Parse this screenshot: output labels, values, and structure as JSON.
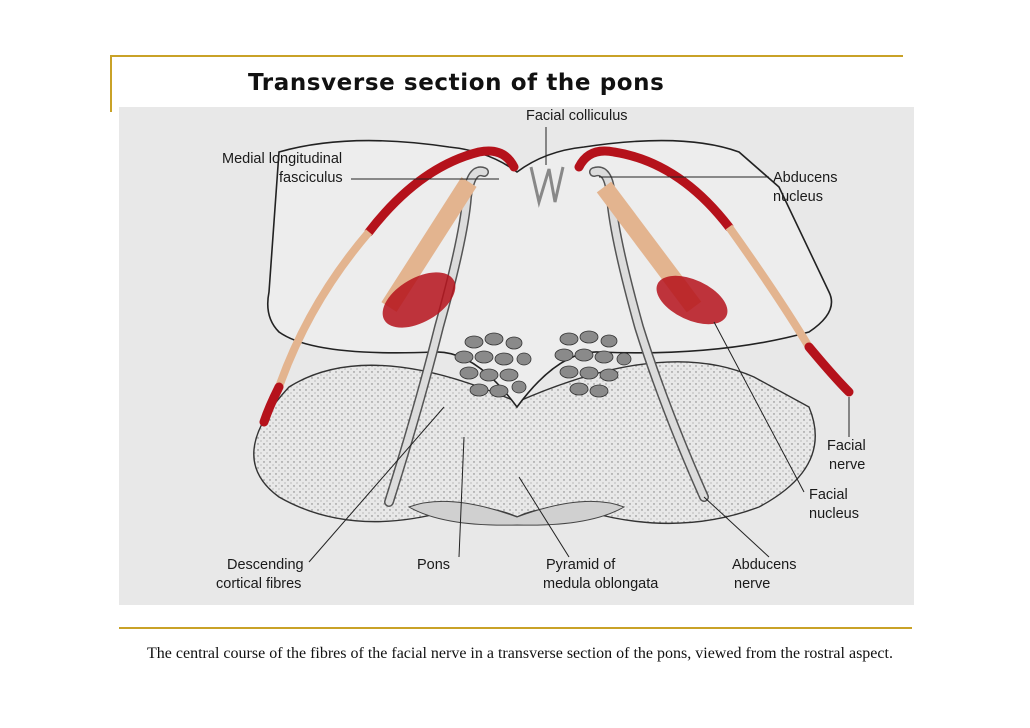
{
  "slide": {
    "title": "Transverse section of the pons",
    "caption": "The central course of the fibres of the facial nerve in a transverse section of the pons, viewed from the rostral aspect.",
    "accent_color": "#c9a227"
  },
  "figure": {
    "labels": {
      "facial_colliculus": "Facial colliculus",
      "mlf_line1": "Medial longitudinal",
      "mlf_line2": "fasciculus",
      "abducens_nucleus_line1": "Abducens",
      "abducens_nucleus_line2": "nucleus",
      "facial_nerve_line1": "Facial",
      "facial_nerve_line2": "nerve",
      "facial_nucleus_line1": "Facial",
      "facial_nucleus_line2": "nucleus",
      "descending_line1": "Descending",
      "descending_line2": "cortical fibres",
      "pons": "Pons",
      "pyramid_line1": "Pyramid of",
      "pyramid_line2": "medula oblongata",
      "abducens_nerve_line1": "Abducens",
      "abducens_nerve_line2": "nerve"
    },
    "colors": {
      "nerve_red": "#b5121b",
      "nerve_tan": "#e3b48f",
      "background": "#e8e8e8"
    }
  }
}
